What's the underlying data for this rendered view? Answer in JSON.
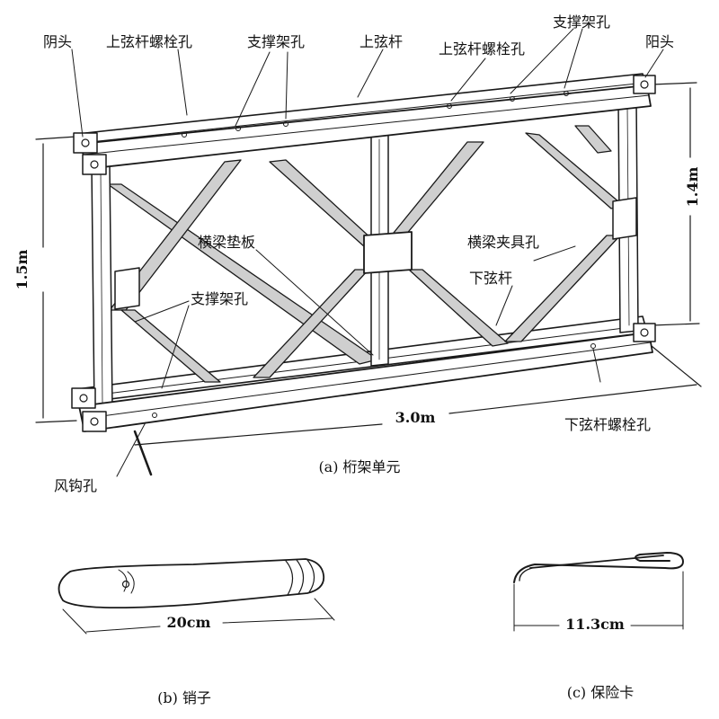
{
  "figure_a": {
    "labels": {
      "female_end": "阴头",
      "upper_chord_bolt_hole_left": "上弦杆螺栓孔",
      "brace_hole_top_left": "支撑架孔",
      "upper_chord": "上弦杆",
      "upper_chord_bolt_hole_right": "上弦杆螺栓孔",
      "brace_hole_top_right": "支撑架孔",
      "male_end": "阳头",
      "transom_pad": "横梁垫板",
      "transom_clamp_hole": "横梁夹具孔",
      "lower_chord": "下弦杆",
      "brace_hole_mid": "支撑架孔",
      "lower_chord_bolt_hole": "下弦杆螺栓孔",
      "wind_hook_hole": "风钩孔"
    },
    "dimensions": {
      "height_left": "1.5m",
      "height_right": "1.4m",
      "length": "3.0m"
    },
    "caption": "(a) 桁架单元"
  },
  "figure_b": {
    "dimension": "20cm",
    "caption": "(b) 销子"
  },
  "figure_c": {
    "dimension": "11.3cm",
    "caption": "(c) 保险卡"
  }
}
